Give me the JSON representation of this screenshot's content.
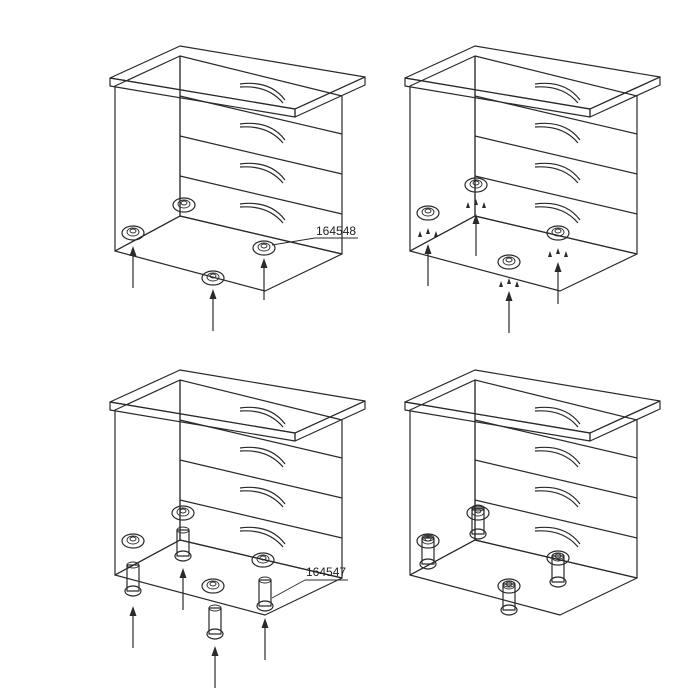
{
  "panels": [
    {
      "id": "step-1",
      "callout": "164548"
    },
    {
      "id": "step-2",
      "callout": ""
    },
    {
      "id": "step-3",
      "callout": "164547"
    },
    {
      "id": "step-4",
      "callout": ""
    }
  ],
  "colors": {
    "line": "#2a2a2a",
    "fill": "#ffffff",
    "shade": "#dcdcdc"
  }
}
